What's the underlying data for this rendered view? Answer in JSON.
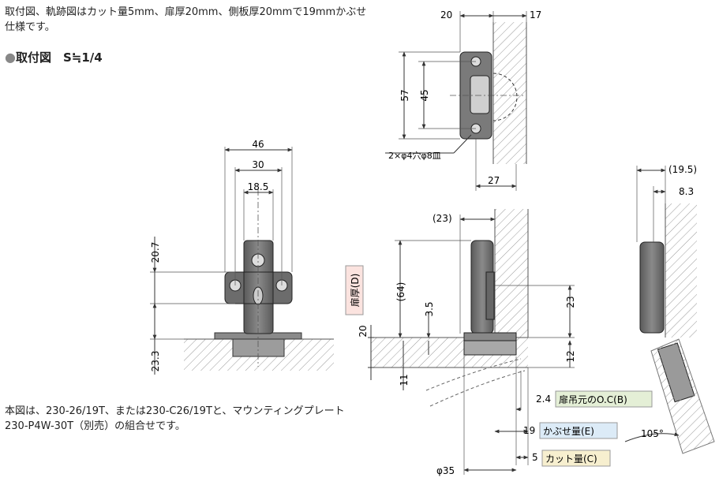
{
  "notes": {
    "header": "取付図、軌跡図はカット量5mm、扉厚20mm、側板厚20mmで19mmかぶせ仕様です。",
    "section_title": "取付図　S≒1/4",
    "footer": "本図は、230-26/19T、または230-C26/19Tと、マウンティングプレート 230-P4W-30T（別売）の組合せです。"
  },
  "front_view": {
    "dim_46": "46",
    "dim_30": "30",
    "dim_18_5": "18.5",
    "dim_20_7": "20.7",
    "dim_23_3": "23.3"
  },
  "plate_view": {
    "dim_20": "20",
    "dim_17": "17",
    "dim_57": "57",
    "dim_45": "45",
    "dim_27": "27",
    "hole_note": "2×φ4穴φ8皿"
  },
  "side_view": {
    "dim_23": "(23)",
    "dim_64": "(64)",
    "dim_3_5": "3.5",
    "dim_20": "20",
    "dim_11": "11",
    "dim_23r": "23",
    "dim_12": "12",
    "dim_35": "φ35",
    "label_door": "扉厚(D)",
    "val_oc": "2.4",
    "label_oc": "扉吊元のO.C(B)",
    "val_overlay": "19",
    "label_overlay": "かぶせ量(E)",
    "val_cut": "5",
    "label_cut": "カット量(C)"
  },
  "open_view": {
    "dim_19_5": "(19.5)",
    "dim_8_3": "8.3",
    "angle": "105°"
  }
}
